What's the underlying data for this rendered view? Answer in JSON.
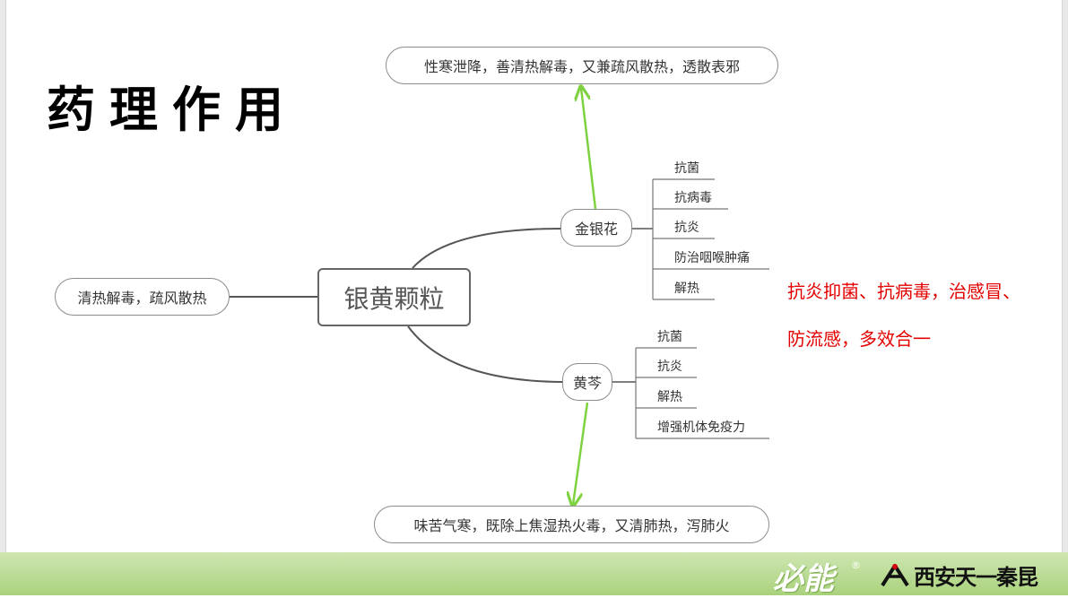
{
  "title": "药理作用",
  "central": "银黄颗粒",
  "left_node": "清热解毒，疏风散热",
  "top_pill": "性寒泄降，善清热解毒，又兼疏风散热，透散表邪",
  "bottom_pill": "味苦气寒，既除上焦湿热火毒，又清肺热，泻肺火",
  "branch_jinyinhua": {
    "label": "金银花",
    "leaves": [
      "抗菌",
      "抗病毒",
      "抗炎",
      "防治咽喉肿痛",
      "解热"
    ]
  },
  "branch_huangqin": {
    "label": "黄芩",
    "leaves": [
      "抗菌",
      "抗炎",
      "解热",
      "增强机体免疫力"
    ]
  },
  "note": {
    "line1": "抗炎抑菌、抗病毒，治感冒、",
    "line2": "防流感，多效合一"
  },
  "footer": {
    "brand": "必能",
    "registered": "®",
    "company": "西安天一秦昆"
  },
  "colors": {
    "arrow": "#7ed23f",
    "note": "#e30000",
    "footer": "#a9d27c"
  }
}
